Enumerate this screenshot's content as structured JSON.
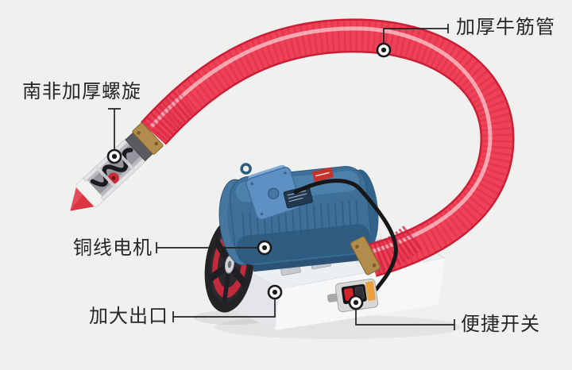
{
  "callouts": [
    {
      "id": "hose",
      "label": "加厚牛筋管"
    },
    {
      "id": "spiral",
      "label": "南非加厚螺旋"
    },
    {
      "id": "motor",
      "label": "铜线电机"
    },
    {
      "id": "outlet",
      "label": "加大出口"
    },
    {
      "id": "switch",
      "label": "便捷开关"
    }
  ],
  "colors": {
    "background": "#f0f0ee",
    "label_text": "#262626",
    "callout_line": "#222222",
    "hose_red": "#ef4257",
    "hose_red_dark": "#c91f39",
    "motor_blue": "#3d6f97",
    "terminal_box_blue": "#5f90c3",
    "base_white": "#f6f7f9",
    "wheel_rim_red": "#c32b3c",
    "brass": "#b18c4c",
    "switch_button_red": "#d6222a",
    "sticker_orange": "#e8a13c",
    "cable_black": "#17171a"
  }
}
